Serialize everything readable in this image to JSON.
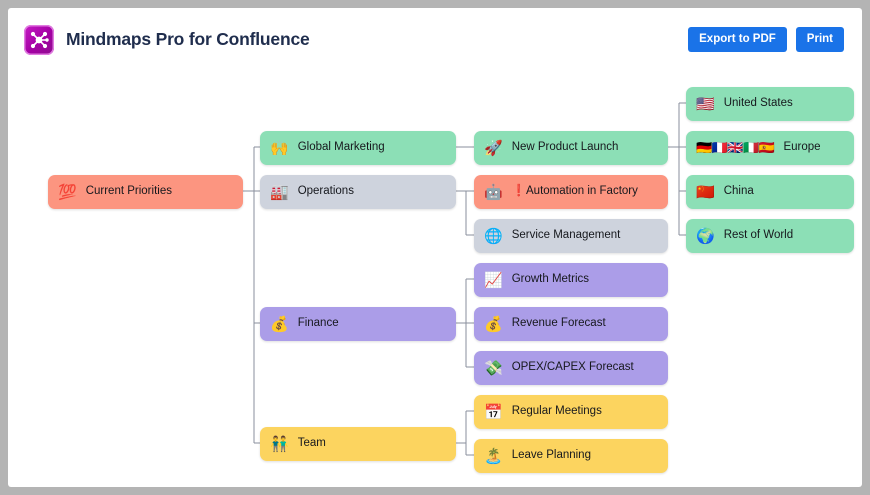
{
  "header": {
    "logo_icon": "mindmap-logo-icon",
    "title": "Mindmaps Pro for Confluence",
    "buttons": [
      {
        "label": "Export to PDF",
        "name": "export-to-pdf-button"
      },
      {
        "label": "Print",
        "name": "print-button"
      }
    ],
    "accent_color": "#1a73e8",
    "logo_color": "#a300a3"
  },
  "mindmap": {
    "colors": {
      "salmon": "#fc9580",
      "green": "#8cdfb6",
      "gray": "#ced3dd",
      "purple": "#ab9de8",
      "yellow": "#fcd45f",
      "edge": "#8a8f9c"
    },
    "root": {
      "emoji": "💯",
      "label": "Current Priorities",
      "color": "salmon"
    },
    "level2": [
      {
        "emoji": "🙌",
        "label": "Global Marketing",
        "color": "green"
      },
      {
        "emoji": "🏭",
        "label": "Operations",
        "color": "gray"
      },
      {
        "emoji": "💰",
        "label": "Finance",
        "color": "purple"
      },
      {
        "emoji": "👬",
        "label": "Team",
        "color": "yellow"
      }
    ],
    "level3": [
      {
        "emoji": "🚀",
        "label": "New Product Launch",
        "color": "green"
      },
      {
        "emoji": "🤖",
        "label": "❗Automation in Factory",
        "color": "salmon"
      },
      {
        "emoji": "🌐",
        "label": "Service Management",
        "color": "gray"
      },
      {
        "emoji": "📈",
        "label": "Growth Metrics",
        "color": "purple"
      },
      {
        "emoji": "💰",
        "label": "Revenue Forecast",
        "color": "purple"
      },
      {
        "emoji": "💸",
        "label": "OPEX/CAPEX Forecast",
        "color": "purple"
      },
      {
        "emoji": "📅",
        "label": "Regular Meetings",
        "color": "yellow"
      },
      {
        "emoji": "🏝️",
        "label": "Leave Planning",
        "color": "yellow"
      }
    ],
    "level4": [
      {
        "emoji": "🇺🇸",
        "label": "United States",
        "color": "green"
      },
      {
        "emoji": "🇩🇪🇫🇷🇬🇧🇮🇹🇪🇸",
        "label": "Europe",
        "color": "green"
      },
      {
        "emoji": "🇨🇳",
        "label": "China",
        "color": "green"
      },
      {
        "emoji": "🌍",
        "label": "Rest of World",
        "color": "green"
      }
    ]
  }
}
